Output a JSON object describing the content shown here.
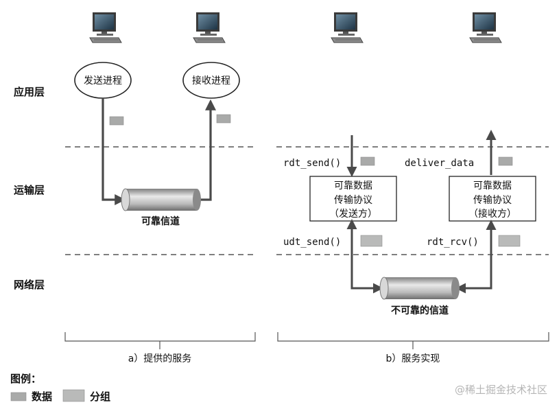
{
  "layers": {
    "application": "应用层",
    "transport": "运输层",
    "network": "网络层"
  },
  "left": {
    "sender_process": "发送进程",
    "receiver_process": "接收进程",
    "channel": "可靠信道",
    "caption": "a）提供的服务"
  },
  "right": {
    "rdt_send": "rdt_send()",
    "deliver_data": "deliver_data",
    "udt_send": "udt_send()",
    "rdt_rcv": "rdt_rcv()",
    "sender_box": [
      "可靠数据",
      "传输协议",
      "（发送方）"
    ],
    "receiver_box": [
      "可靠数据",
      "传输协议",
      "（接收方）"
    ],
    "channel": "不可靠的信道",
    "caption": "b）服务实现"
  },
  "legend": {
    "title": "图例：",
    "data": "数据",
    "packet": "分组"
  },
  "watermark": "@稀土掘金技术社区",
  "colors": {
    "arrow": "#4a4a4a",
    "data_block": "#a9aaa9",
    "packet_block": "#b9bab9",
    "monitor_screen": "#2c4a5e"
  }
}
